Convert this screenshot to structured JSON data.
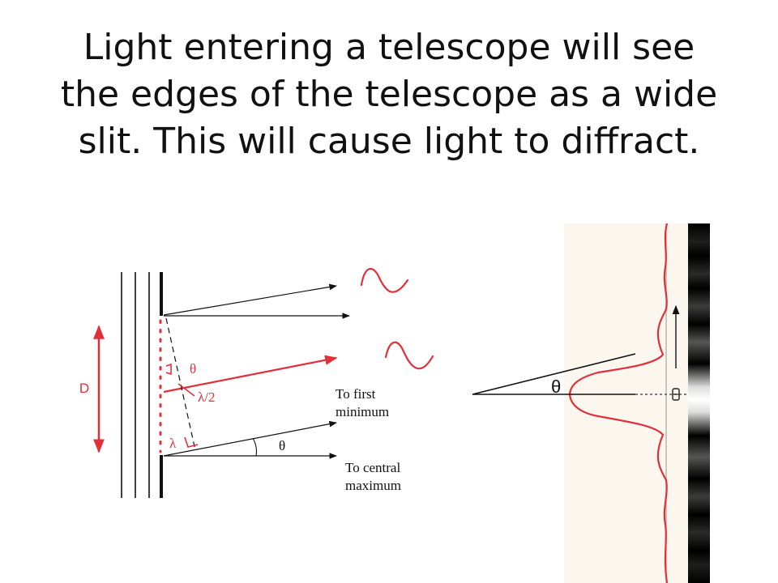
{
  "slide": {
    "title_lines": [
      "Light entering a telescope will see",
      "the edges of the telescope as a wide",
      "slit. This will cause light to diffract."
    ]
  },
  "diagram_left": {
    "aperture_label": "D",
    "theta_label": "θ",
    "half_lambda_label": "λ/2",
    "lambda_label": "λ",
    "first_min_label": [
      "To first",
      "minimum"
    ],
    "central_max_label": [
      "To central",
      "maximum"
    ],
    "angle_label": "θ"
  },
  "diagram_right": {
    "angle_label": "θ"
  },
  "colors": {
    "accent_red": "#e2303a",
    "ink": "#111111",
    "panel_bg": "#fbf7ef"
  }
}
